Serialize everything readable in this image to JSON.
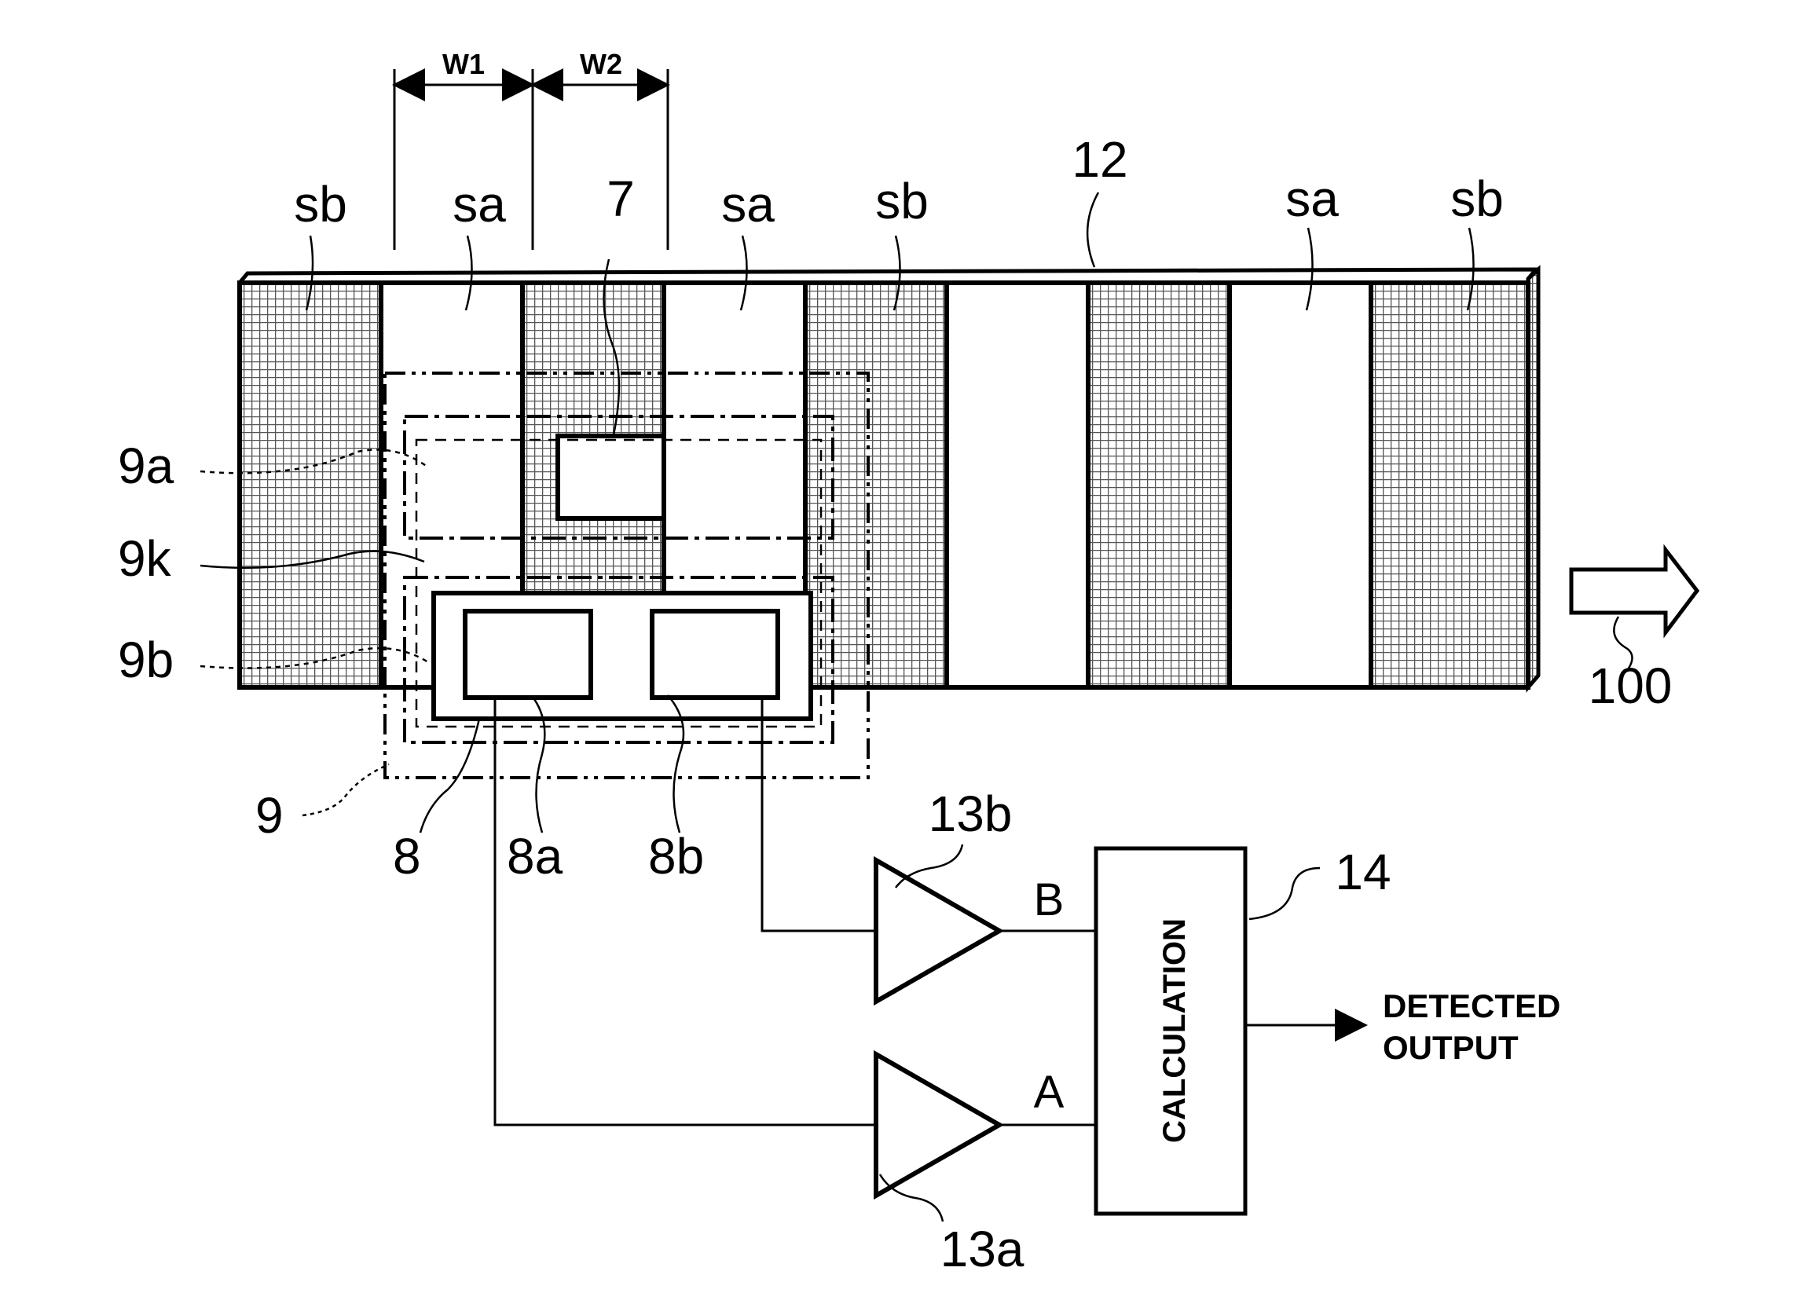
{
  "figure": {
    "dimension_labels": {
      "w1": "W1",
      "w2": "W2"
    },
    "strip_labels": {
      "s1": "sb",
      "s2": "sa",
      "s4": "sa",
      "s5": "sb",
      "s8": "sa",
      "s9": "sb"
    },
    "ref_labels": {
      "sensor_window": "7",
      "scale": "12",
      "region_a": "9a",
      "region_k": "9k",
      "region_b": "9b",
      "region_9": "9",
      "sensor": "8",
      "element_a": "8a",
      "element_b": "8b",
      "amp_b": "13b",
      "amp_a": "13a",
      "calc_unit": "14",
      "direction": "100"
    },
    "signals": {
      "b": "B",
      "a": "A"
    },
    "calculation_label": "CALCULATION",
    "output_label": [
      "DETECTED",
      "OUTPUT"
    ],
    "colors": {
      "line": "#000000",
      "hatch": "#666666",
      "background": "#ffffff"
    }
  }
}
